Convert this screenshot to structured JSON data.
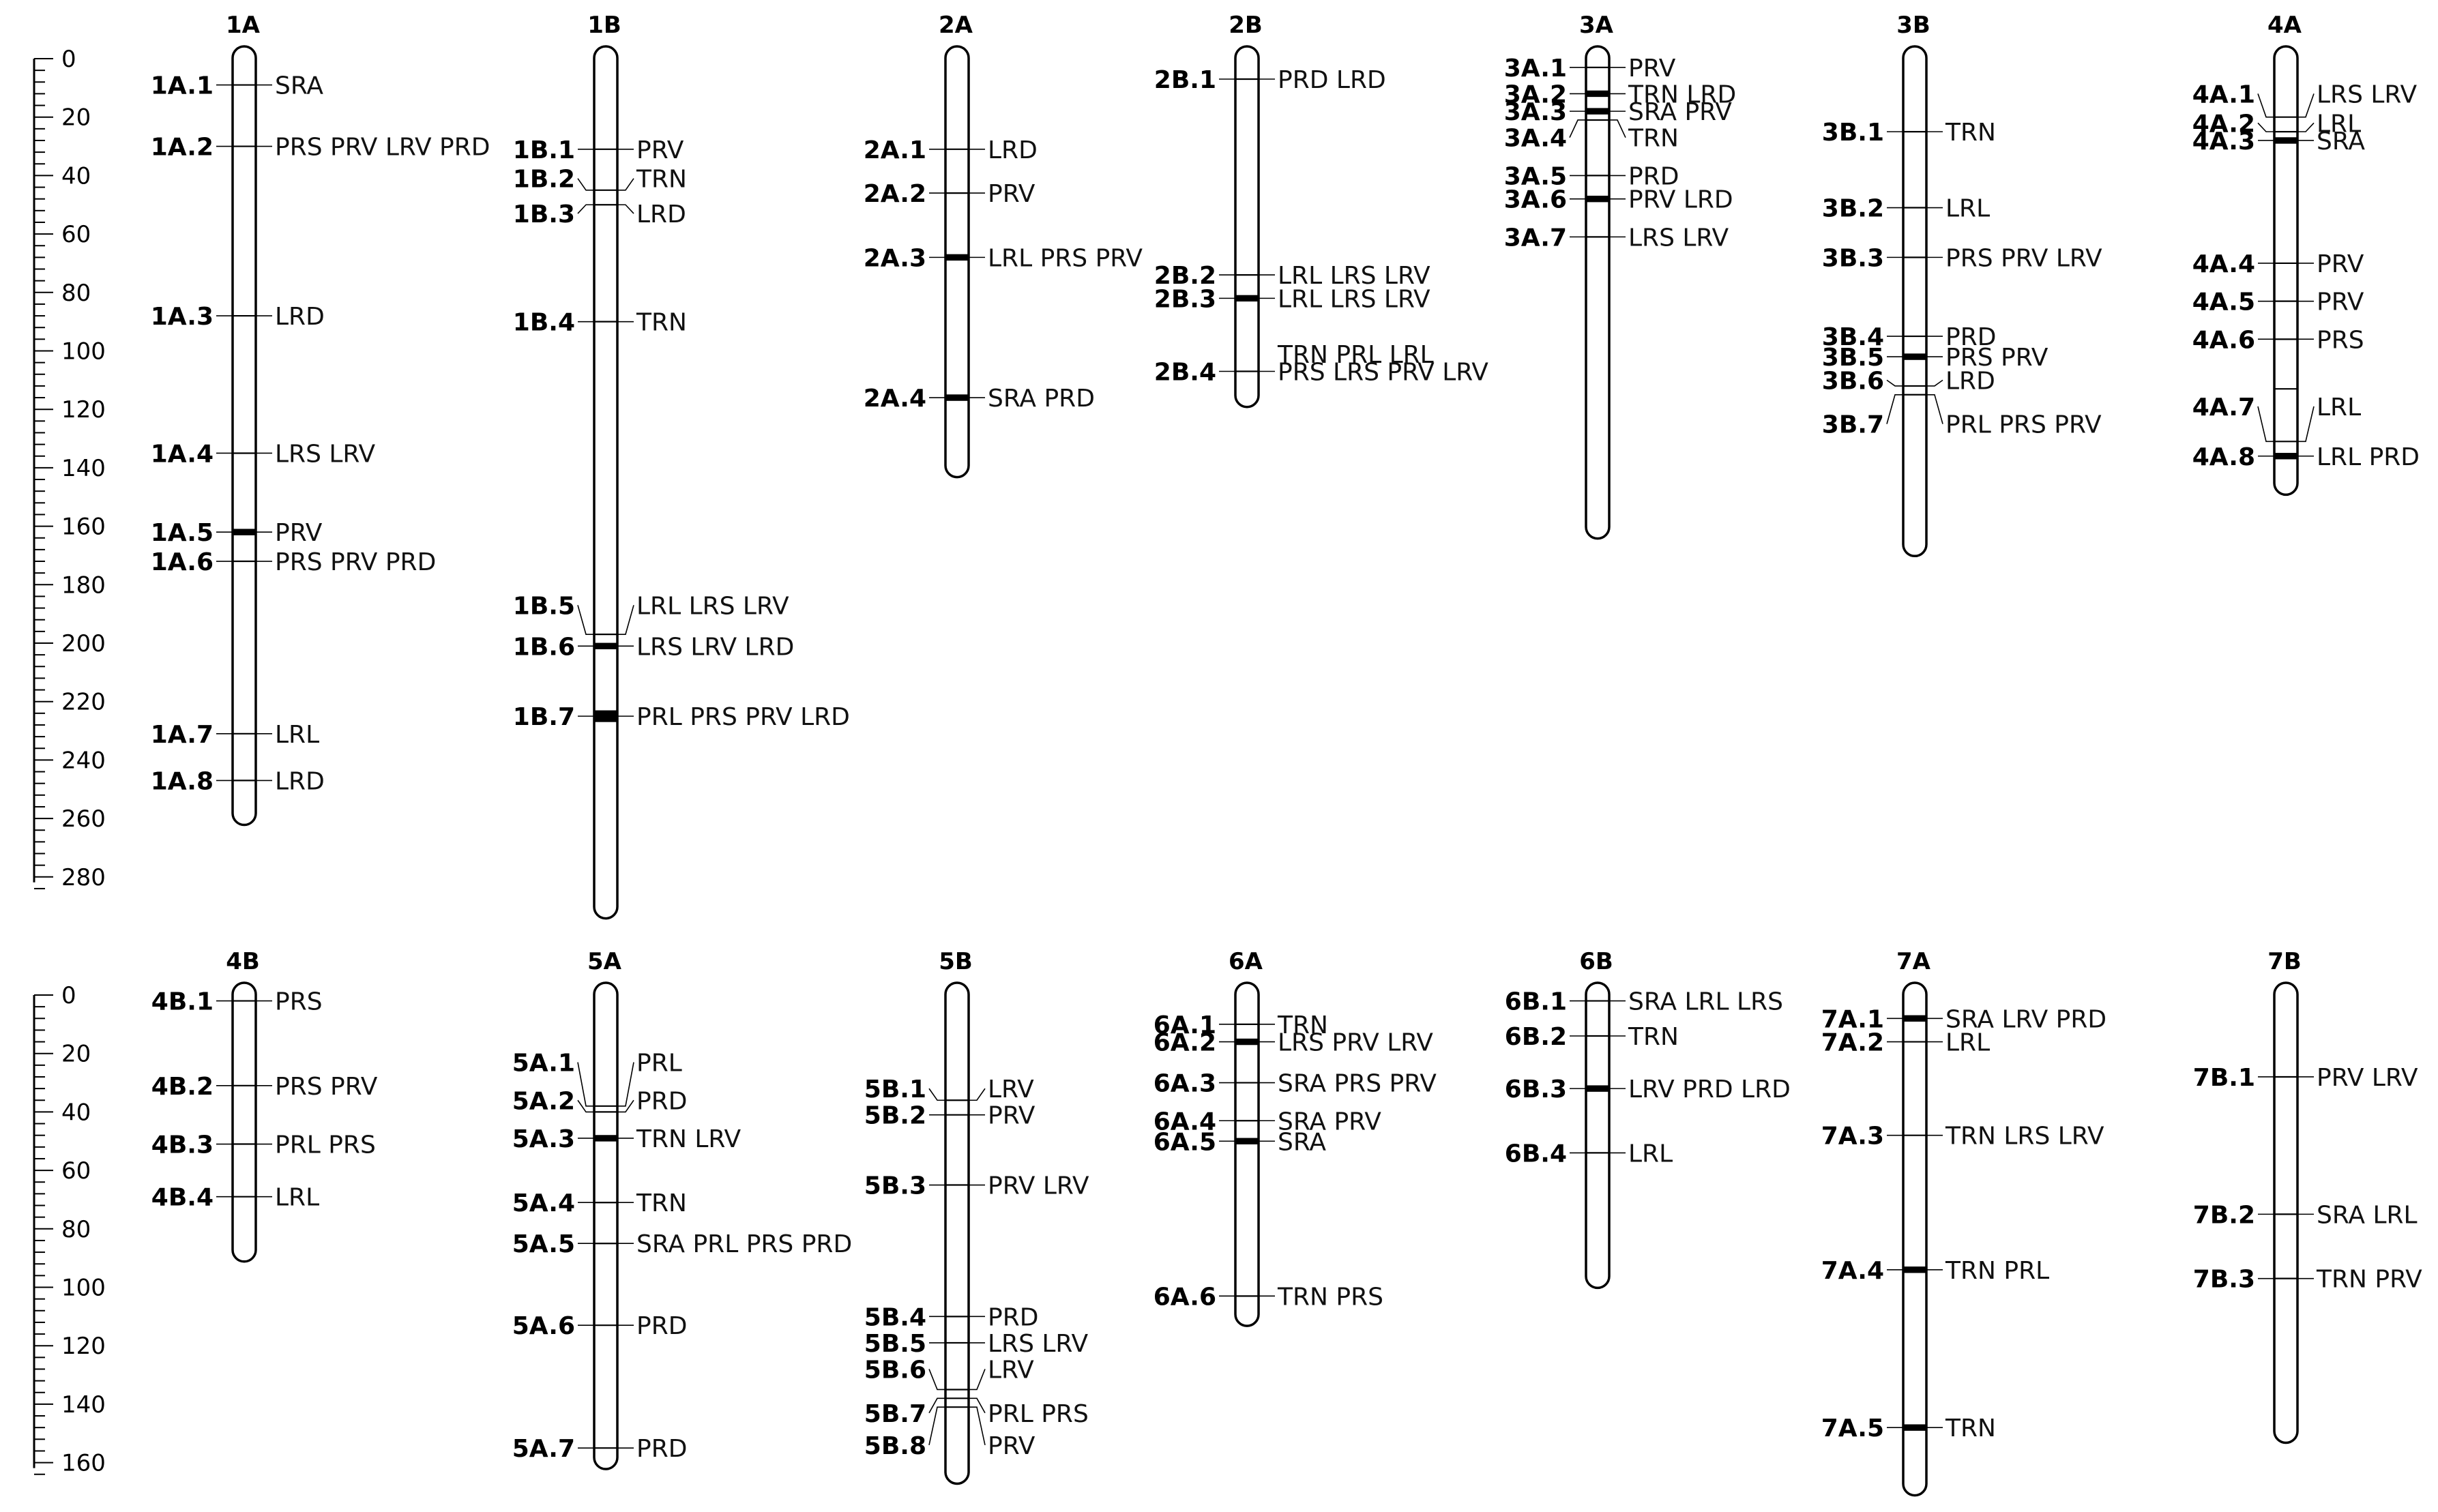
{
  "scales": [
    {
      "name": "scale-top",
      "max": 280,
      "labels": [
        0,
        20,
        40,
        60,
        80,
        100,
        120,
        140,
        160,
        180,
        200,
        220,
        240,
        260,
        280
      ]
    },
    {
      "name": "scale-bottom",
      "max": 160,
      "labels": [
        0,
        20,
        40,
        60,
        80,
        100,
        120,
        140,
        160
      ]
    }
  ],
  "chromosomes": [
    {
      "name": "1A",
      "row": 0,
      "length": 258,
      "markers": [
        {
          "id": "1A.1",
          "pos": 9,
          "traits": "SRA"
        },
        {
          "id": "1A.2",
          "pos": 30,
          "traits": "PRS PRV LRV PRD"
        },
        {
          "id": "1A.3",
          "pos": 88,
          "traits": "LRD"
        },
        {
          "id": "1A.4",
          "pos": 135,
          "traits": "LRS LRV"
        },
        {
          "id": "1A.5",
          "pos": 162,
          "traits": "PRV",
          "thick": true
        },
        {
          "id": "1A.6",
          "pos": 172,
          "traits": "PRS PRV PRD"
        },
        {
          "id": "1A.7",
          "pos": 231,
          "traits": "LRL"
        },
        {
          "id": "1A.8",
          "pos": 247,
          "traits": "LRD"
        }
      ]
    },
    {
      "name": "1B",
      "row": 0,
      "length": 290,
      "markers": [
        {
          "id": "1B.1",
          "pos": 31,
          "traits": "PRV"
        },
        {
          "id": "1B.2",
          "pos": 45,
          "traits": "TRN",
          "labelPos": 41
        },
        {
          "id": "1B.3",
          "pos": 50,
          "traits": "LRD",
          "labelPos": 53
        },
        {
          "id": "1B.4",
          "pos": 90,
          "traits": "TRN"
        },
        {
          "id": "1B.5",
          "pos": 197,
          "traits": "LRL LRS LRV",
          "labelPos": 187
        },
        {
          "id": "1B.6",
          "pos": 201,
          "traits": "LRS LRV LRD",
          "thick": true
        },
        {
          "id": "1B.7",
          "pos": 225,
          "traits": "PRL PRS PRV LRD",
          "thick": true,
          "band": 4
        }
      ]
    },
    {
      "name": "2A",
      "row": 0,
      "length": 139,
      "markers": [
        {
          "id": "2A.1",
          "pos": 31,
          "traits": "LRD"
        },
        {
          "id": "2A.2",
          "pos": 46,
          "traits": "PRV"
        },
        {
          "id": "2A.3",
          "pos": 68,
          "traits": "LRL PRS PRV",
          "thick": true
        },
        {
          "id": "2A.4",
          "pos": 116,
          "traits": "SRA PRD",
          "thick": true
        }
      ]
    },
    {
      "name": "2B",
      "row": 0,
      "length": 115,
      "markers": [
        {
          "id": "2B.1",
          "pos": 7,
          "traits": "PRD LRD"
        },
        {
          "id": "2B.2",
          "pos": 74,
          "traits": "LRL LRS LRV"
        },
        {
          "id": "2B.3",
          "pos": 82,
          "traits": "LRL LRS LRV",
          "thick": true
        },
        {
          "id": "2B.4",
          "pos": 107,
          "traits": "PRS LRS PRV LRV"
        },
        {
          "id": "",
          "pos": 101,
          "traits": "TRN PRL LRL",
          "nomark": true
        }
      ]
    },
    {
      "name": "3A",
      "row": 0,
      "length": 160,
      "markers": [
        {
          "id": "3A.1",
          "pos": 3,
          "traits": "PRV"
        },
        {
          "id": "3A.2",
          "pos": 12,
          "traits": "TRN LRD",
          "thick": true
        },
        {
          "id": "3A.3",
          "pos": 18,
          "traits": "SRA PRV",
          "thick": true
        },
        {
          "id": "3A.4",
          "pos": 21,
          "traits": "TRN",
          "labelPos": 27
        },
        {
          "id": "3A.5",
          "pos": 40,
          "traits": "PRD"
        },
        {
          "id": "3A.6",
          "pos": 48,
          "traits": "PRV LRD",
          "thick": true
        },
        {
          "id": "3A.7",
          "pos": 61,
          "traits": "LRS LRV"
        }
      ]
    },
    {
      "name": "3B",
      "row": 0,
      "length": 166,
      "markers": [
        {
          "id": "3B.1",
          "pos": 25,
          "traits": "TRN"
        },
        {
          "id": "3B.2",
          "pos": 51,
          "traits": "LRL"
        },
        {
          "id": "3B.3",
          "pos": 68,
          "traits": "PRS PRV LRV"
        },
        {
          "id": "3B.4",
          "pos": 95,
          "traits": "PRD"
        },
        {
          "id": "3B.5",
          "pos": 102,
          "traits": "PRS PRV",
          "thick": true
        },
        {
          "id": "3B.6",
          "pos": 112,
          "traits": "LRD",
          "labelPos": 110
        },
        {
          "id": "3B.7",
          "pos": 115,
          "traits": "PRL PRS PRV",
          "labelPos": 125
        }
      ]
    },
    {
      "name": "4A",
      "row": 0,
      "length": 145,
      "markers": [
        {
          "id": "4A.1",
          "pos": 20,
          "traits": "LRS LRV",
          "labelPos": 12
        },
        {
          "id": "4A.2",
          "pos": 25,
          "traits": "LRL",
          "labelPos": 22
        },
        {
          "id": "4A.3",
          "pos": 28,
          "traits": "SRA",
          "thick": true
        },
        {
          "id": "4A.4",
          "pos": 70,
          "traits": "PRV"
        },
        {
          "id": "4A.5",
          "pos": 83,
          "traits": "PRV"
        },
        {
          "id": "4A.6",
          "pos": 96,
          "traits": "PRS"
        },
        {
          "id": "",
          "pos": 113,
          "traits": "",
          "nolabel": true
        },
        {
          "id": "4A.7",
          "pos": 131,
          "traits": "LRL",
          "labelPos": 119
        },
        {
          "id": "4A.8",
          "pos": 136,
          "traits": "LRL PRD",
          "thick": true
        }
      ]
    },
    {
      "name": "4B",
      "row": 1,
      "length": 87,
      "markers": [
        {
          "id": "4B.1",
          "pos": 2,
          "traits": "PRS"
        },
        {
          "id": "4B.2",
          "pos": 31,
          "traits": "PRS PRV"
        },
        {
          "id": "4B.3",
          "pos": 51,
          "traits": "PRL PRS"
        },
        {
          "id": "4B.4",
          "pos": 69,
          "traits": "LRL"
        }
      ]
    },
    {
      "name": "5A",
      "row": 1,
      "length": 158,
      "markers": [
        {
          "id": "5A.1",
          "pos": 38,
          "traits": "PRL",
          "labelPos": 23
        },
        {
          "id": "5A.2",
          "pos": 40,
          "traits": "PRD",
          "labelPos": 36
        },
        {
          "id": "5A.3",
          "pos": 49,
          "traits": "TRN LRV",
          "thick": true
        },
        {
          "id": "5A.4",
          "pos": 71,
          "traits": "TRN"
        },
        {
          "id": "5A.5",
          "pos": 85,
          "traits": "SRA PRL PRS PRD"
        },
        {
          "id": "5A.6",
          "pos": 113,
          "traits": "PRD"
        },
        {
          "id": "5A.7",
          "pos": 155,
          "traits": "PRD"
        }
      ]
    },
    {
      "name": "5B",
      "row": 1,
      "length": 163,
      "markers": [
        {
          "id": "5B.1",
          "pos": 36,
          "traits": "LRV",
          "labelPos": 32
        },
        {
          "id": "5B.2",
          "pos": 41,
          "traits": "PRV"
        },
        {
          "id": "5B.3",
          "pos": 65,
          "traits": "PRV LRV"
        },
        {
          "id": "5B.4",
          "pos": 110,
          "traits": "PRD"
        },
        {
          "id": "5B.5",
          "pos": 119,
          "traits": "LRS LRV"
        },
        {
          "id": "5B.6",
          "pos": 135,
          "traits": "LRV",
          "labelPos": 128
        },
        {
          "id": "5B.7",
          "pos": 138,
          "traits": "PRL PRS",
          "labelPos": 143
        },
        {
          "id": "5B.8",
          "pos": 141,
          "traits": "PRV",
          "labelPos": 154
        }
      ]
    },
    {
      "name": "6A",
      "row": 1,
      "length": 109,
      "markers": [
        {
          "id": "6A.1",
          "pos": 10,
          "traits": "TRN"
        },
        {
          "id": "6A.2",
          "pos": 16,
          "traits": "LRS PRV LRV",
          "thick": true
        },
        {
          "id": "6A.3",
          "pos": 30,
          "traits": "SRA PRS PRV"
        },
        {
          "id": "6A.4",
          "pos": 43,
          "traits": "SRA PRV"
        },
        {
          "id": "6A.5",
          "pos": 50,
          "traits": "SRA",
          "thick": true
        },
        {
          "id": "6A.6",
          "pos": 103,
          "traits": "TRN PRS"
        }
      ]
    },
    {
      "name": "6B",
      "row": 1,
      "length": 96,
      "markers": [
        {
          "id": "6B.1",
          "pos": 2,
          "traits": "SRA LRL LRS"
        },
        {
          "id": "6B.2",
          "pos": 14,
          "traits": "TRN"
        },
        {
          "id": "6B.3",
          "pos": 32,
          "traits": "LRV PRD LRD",
          "thick": true
        },
        {
          "id": "6B.4",
          "pos": 54,
          "traits": "LRL"
        }
      ]
    },
    {
      "name": "7A",
      "row": 1,
      "length": 167,
      "markers": [
        {
          "id": "7A.1",
          "pos": 8,
          "traits": "SRA LRV PRD",
          "thick": true
        },
        {
          "id": "7A.2",
          "pos": 16,
          "traits": "LRL"
        },
        {
          "id": "7A.3",
          "pos": 48,
          "traits": "TRN LRS LRV"
        },
        {
          "id": "7A.4",
          "pos": 94,
          "traits": "TRN PRL",
          "thick": true
        },
        {
          "id": "7A.5",
          "pos": 148,
          "traits": "TRN",
          "thick": true
        }
      ]
    },
    {
      "name": "7B",
      "row": 1,
      "length": 149,
      "markers": [
        {
          "id": "7B.1",
          "pos": 28,
          "traits": "PRV LRV"
        },
        {
          "id": "7B.2",
          "pos": 75,
          "traits": "SRA LRL"
        },
        {
          "id": "7B.3",
          "pos": 97,
          "traits": "TRN PRV"
        }
      ]
    }
  ]
}
